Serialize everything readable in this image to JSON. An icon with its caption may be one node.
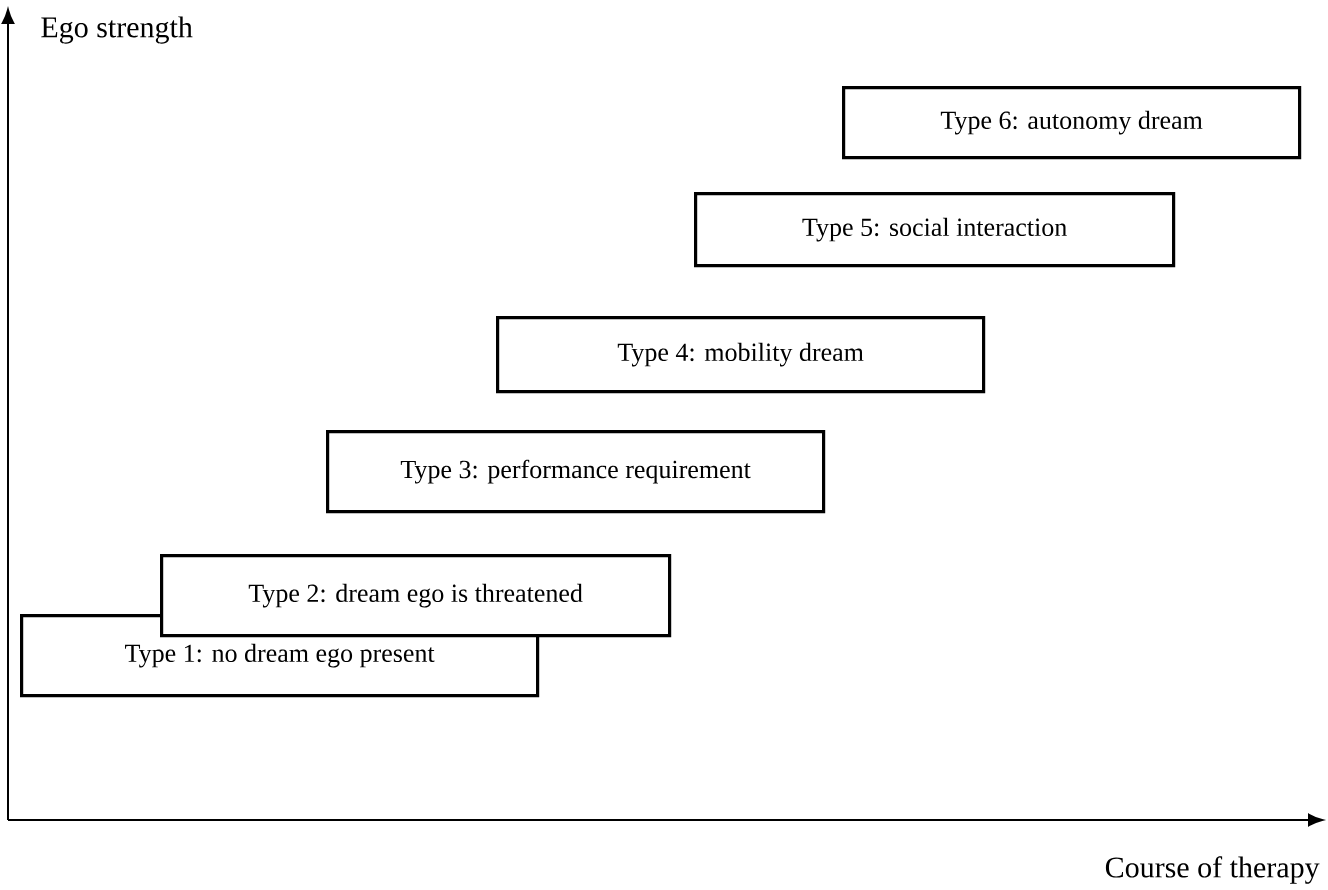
{
  "diagram": {
    "nodes": [
      {
        "text": [
          "Type 1: no dream ego present"
        ]
      },
      {
        "text": [
          "Type 2: dream ego is threatened"
        ]
      },
      {
        "text": [
          "Type 3: performance requirement"
        ]
      },
      {
        "text": [
          "Type 4: mobility dream"
        ]
      },
      {
        "text": [
          "Type 5: social interaction"
        ]
      },
      {
        "text": [
          "Type 6: autonomy dream"
        ]
      }
    ],
    "edges": [],
    "labels": [
      "Ego strength",
      "Course of therapy"
    ]
  }
}
